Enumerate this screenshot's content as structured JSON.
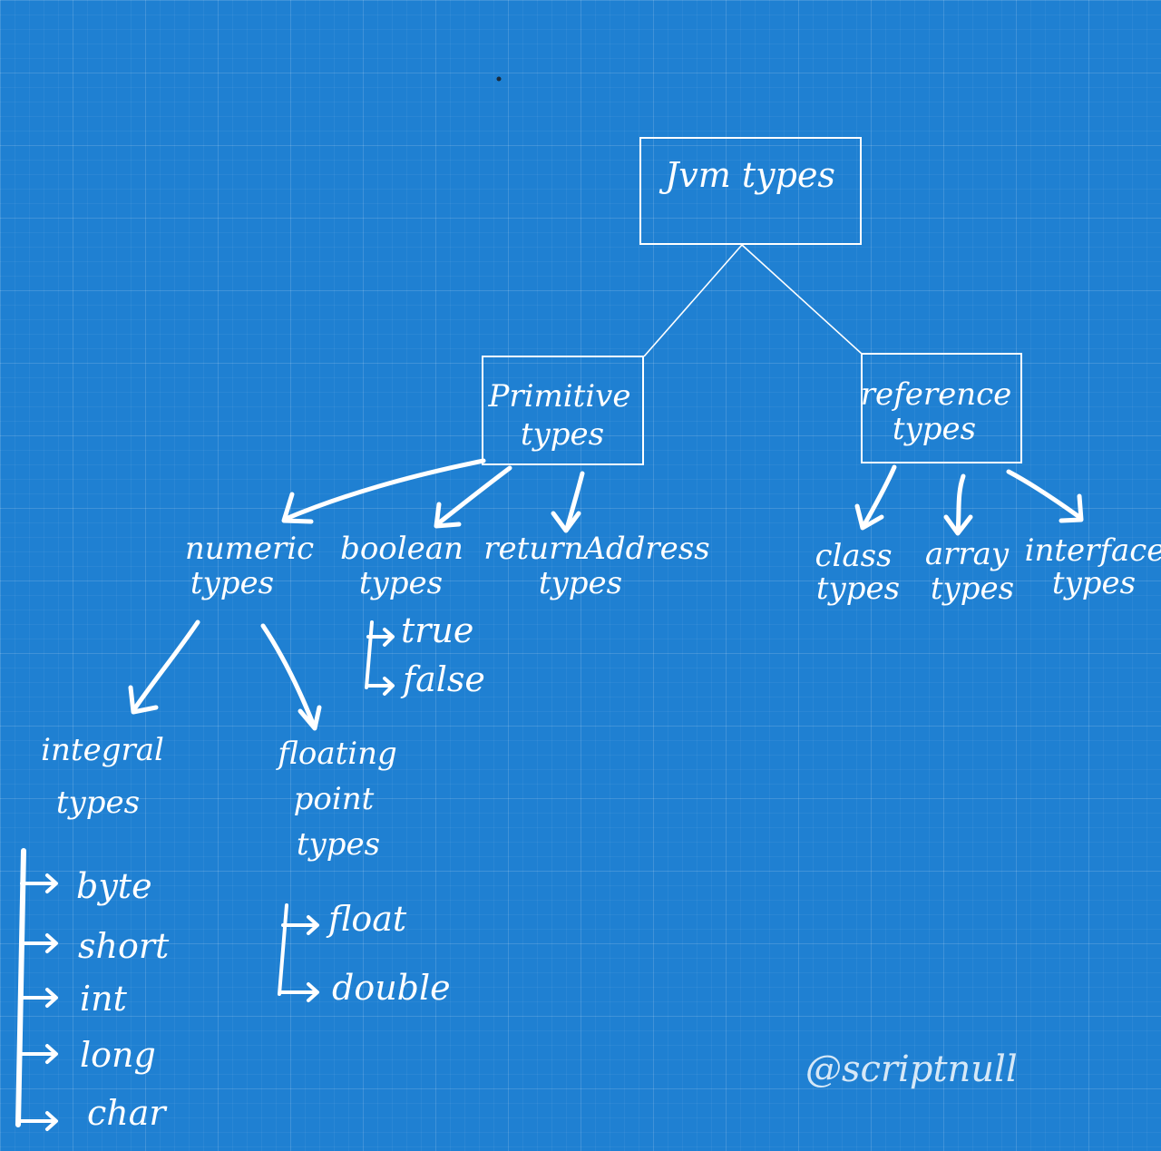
{
  "diagram": {
    "root": {
      "label": "Jvm types"
    },
    "primitive": {
      "line1": "Primitive",
      "line2": "types"
    },
    "reference": {
      "line1": "reference",
      "line2": "types"
    },
    "numeric": {
      "line1": "numeric",
      "line2": "types"
    },
    "boolean": {
      "line1": "boolean",
      "line2": "types",
      "values": [
        "true",
        "false"
      ]
    },
    "return_address": {
      "line1": "returnAddress",
      "line2": "types"
    },
    "class": {
      "line1": "class",
      "line2": "types"
    },
    "array": {
      "line1": "array",
      "line2": "types"
    },
    "interface": {
      "line1": "interface",
      "line2": "types"
    },
    "integral": {
      "line1": "integral",
      "line2": "types",
      "values": [
        "byte",
        "short",
        "int",
        "long",
        "char"
      ]
    },
    "floating_point": {
      "line1": "floating",
      "line2": "point",
      "line3": "types",
      "values": [
        "float",
        "double"
      ]
    }
  },
  "watermark": "@scriptnull",
  "colors": {
    "background": "#1f80d2",
    "ink": "#ffffff"
  }
}
